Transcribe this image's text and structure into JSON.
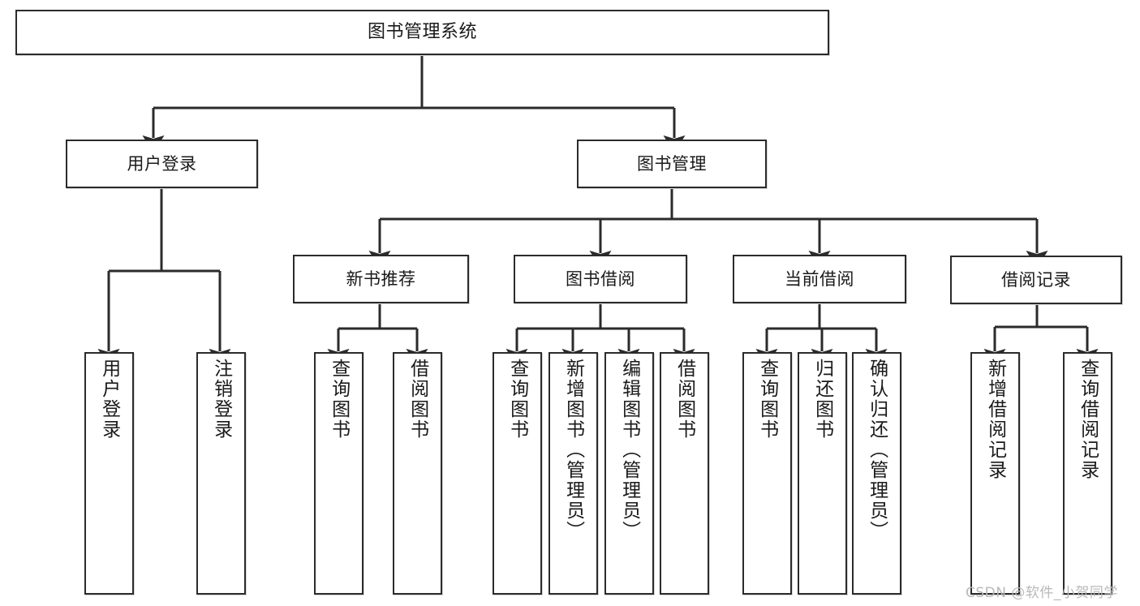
{
  "diagram": {
    "title": "图书管理系统",
    "type": "tree",
    "orientation": "top-down",
    "colors": {
      "box_border": "#2b2b2b",
      "box_fill": "#ffffff",
      "connector": "#2b2b2b",
      "background": "#ffffff",
      "watermark": "#b9b9b9"
    }
  },
  "watermark": {
    "text": "CSDN @软件_小贺同学"
  },
  "nodes": {
    "root": {
      "label": "图书管理系统"
    },
    "level1": [
      {
        "id": "user-login",
        "label": "用户登录"
      },
      {
        "id": "book-manage",
        "label": "图书管理"
      }
    ],
    "level2": [
      {
        "id": "new-book-rec",
        "label": "新书推荐"
      },
      {
        "id": "book-borrow",
        "label": "图书借阅"
      },
      {
        "id": "current-borrow",
        "label": "当前借阅"
      },
      {
        "id": "borrow-record",
        "label": "借阅记录"
      }
    ],
    "leaves": {
      "user-login": [
        {
          "id": "leaf-user-login",
          "label": "用户登录"
        },
        {
          "id": "leaf-user-logout",
          "label": "注销登录"
        }
      ],
      "new-book-rec": [
        {
          "id": "leaf-query-book-1",
          "label": "查询图书"
        },
        {
          "id": "leaf-borrow-book-1",
          "label": "借阅图书"
        }
      ],
      "book-borrow": [
        {
          "id": "leaf-query-book-2",
          "label": "查询图书"
        },
        {
          "id": "leaf-add-book",
          "label": "新增图书（管理员）"
        },
        {
          "id": "leaf-edit-book",
          "label": "编辑图书（管理员）"
        },
        {
          "id": "leaf-borrow-book-2",
          "label": "借阅图书"
        }
      ],
      "current-borrow": [
        {
          "id": "leaf-query-book-3",
          "label": "查询图书"
        },
        {
          "id": "leaf-return-book",
          "label": "归还图书"
        },
        {
          "id": "leaf-confirm-return",
          "label": "确认归还（管理员）"
        }
      ],
      "borrow-record": [
        {
          "id": "leaf-add-record",
          "label": "新增借阅记录"
        },
        {
          "id": "leaf-query-record",
          "label": "查询借阅记录"
        }
      ]
    }
  }
}
